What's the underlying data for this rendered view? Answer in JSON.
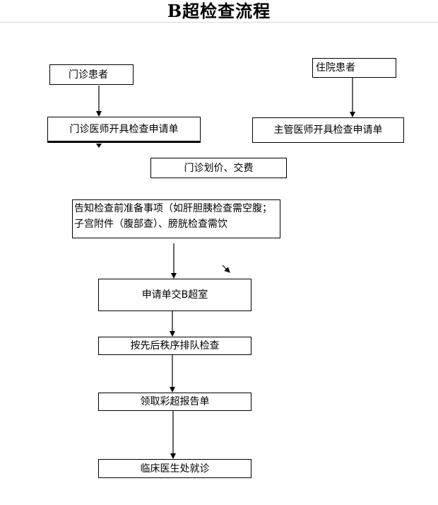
{
  "title": "B超检查流程",
  "nodes": {
    "outpatient": "门诊患者",
    "inpatient": "住院患者",
    "outpatient_doctor": "门诊医师开具检查申请单",
    "attending_doctor": "主管医师开具检查申请单",
    "pricing": "门诊划价、交费",
    "notice": "告知检查前准备事项（如肝胆胰检查需空腹；子宫附件（腹部查）、膀胱检查需饮",
    "submit": "申请单交B超室",
    "queue": "按先后秩序排队检查",
    "report": "领取彩超报告单",
    "clinic": "临床医生处就诊"
  }
}
